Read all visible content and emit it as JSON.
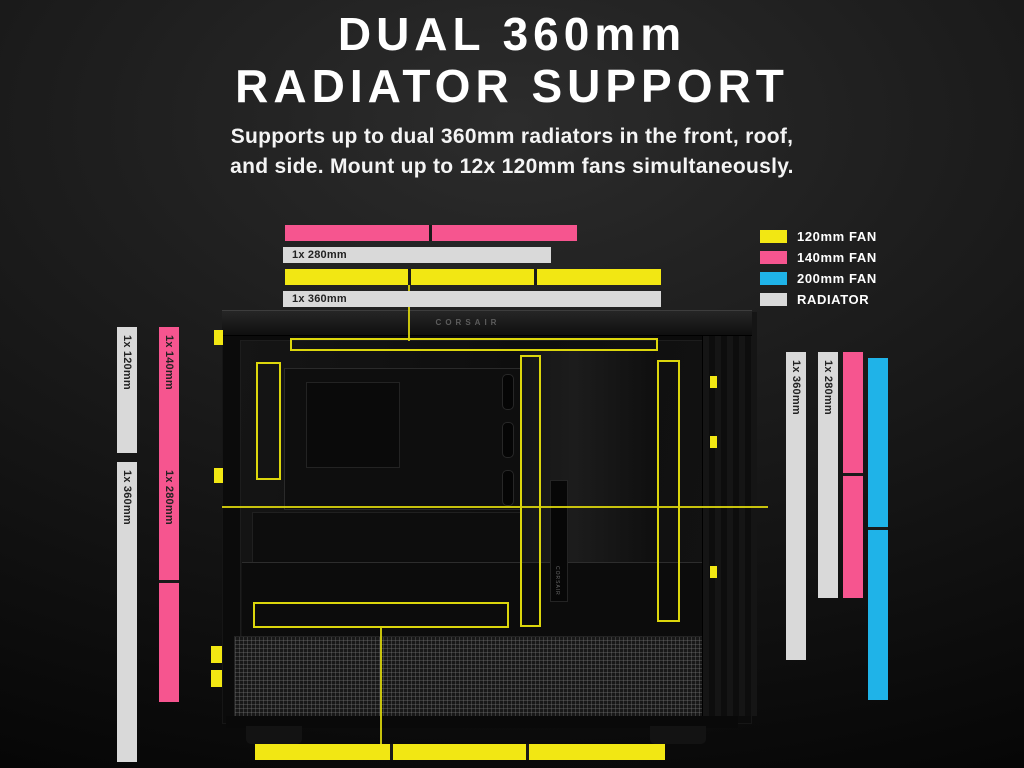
{
  "title": {
    "line1": "DUAL 360mm",
    "line2": "RADIATOR SUPPORT"
  },
  "subtitle": {
    "line1": "Supports up to dual 360mm radiators in the front, roof,",
    "line2": "and side. Mount up to 12x 120mm fans simultaneously."
  },
  "legend": {
    "items": [
      {
        "label": "120mm FAN",
        "color_key": "fan120"
      },
      {
        "label": "140mm FAN",
        "color_key": "fan140"
      },
      {
        "label": "200mm FAN",
        "color_key": "fan200"
      },
      {
        "label": "RADIATOR",
        "color_key": "radiator"
      }
    ]
  },
  "bars": {
    "roof_rad280": "1x 280mm",
    "roof_rad360": "1x 360mm",
    "front_rad120": "1x 120mm",
    "front_fan140": "1x 140mm",
    "front_rad360": "1x 360mm",
    "front_fan280": "1x 280mm",
    "side_rad360": "1x 360mm",
    "side_rad280": "1x 280mm"
  },
  "case": {
    "brand": "CORSAIR"
  },
  "colors": {
    "fan120": "#F2E713",
    "fan140": "#F6558F",
    "fan200": "#1FB3E8",
    "radiator": "#D9D9D9",
    "accent": "#DCD60C"
  }
}
